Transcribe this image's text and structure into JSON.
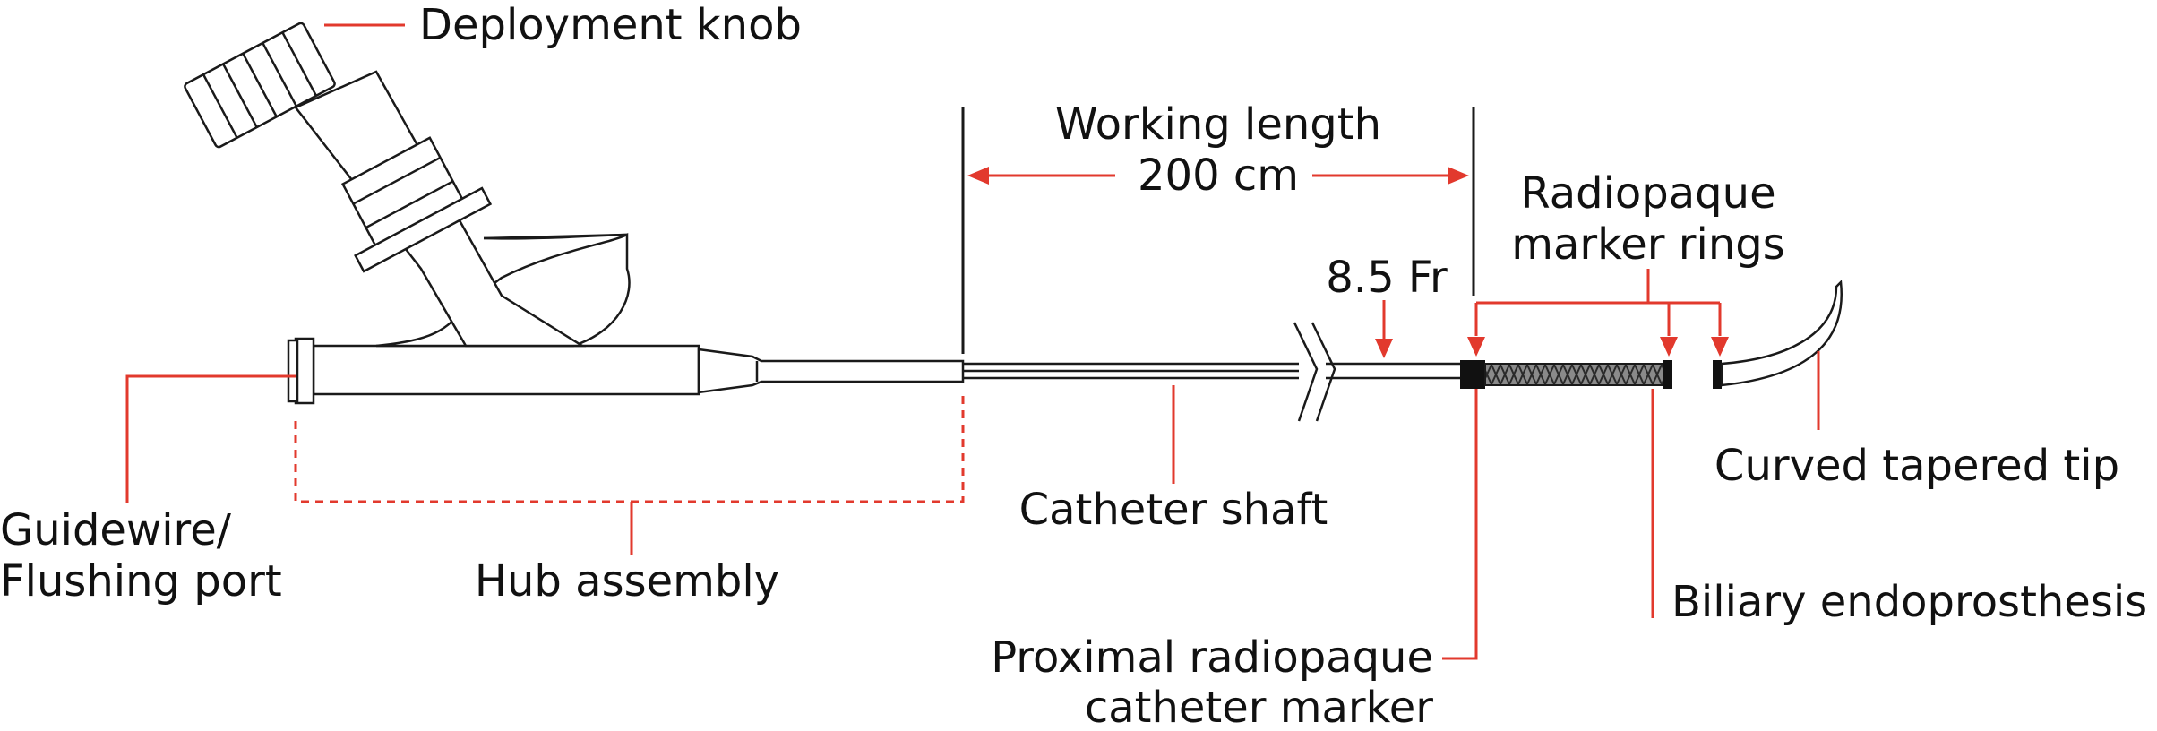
{
  "labels": {
    "deployment_knob": "Deployment knob",
    "working_length_line1": "Working length",
    "working_length_line2": "200 cm",
    "radiopaque_rings_line1": "Radiopaque",
    "radiopaque_rings_line2": "marker rings",
    "diameter": "8.5 Fr",
    "curved_tip": "Curved tapered tip",
    "guidewire_line1": "Guidewire/",
    "guidewire_line2": "Flushing port",
    "hub_assembly": "Hub assembly",
    "catheter_shaft": "Catheter shaft",
    "biliary_endoprosthesis": "Biliary endoprosthesis",
    "proximal_marker_line1": "Proximal radiopaque",
    "proximal_marker_line2": "catheter marker"
  },
  "colors": {
    "leader": "#e2392d",
    "outline": "#1a1a1a",
    "marker": "#111111",
    "stent": "#555555"
  }
}
